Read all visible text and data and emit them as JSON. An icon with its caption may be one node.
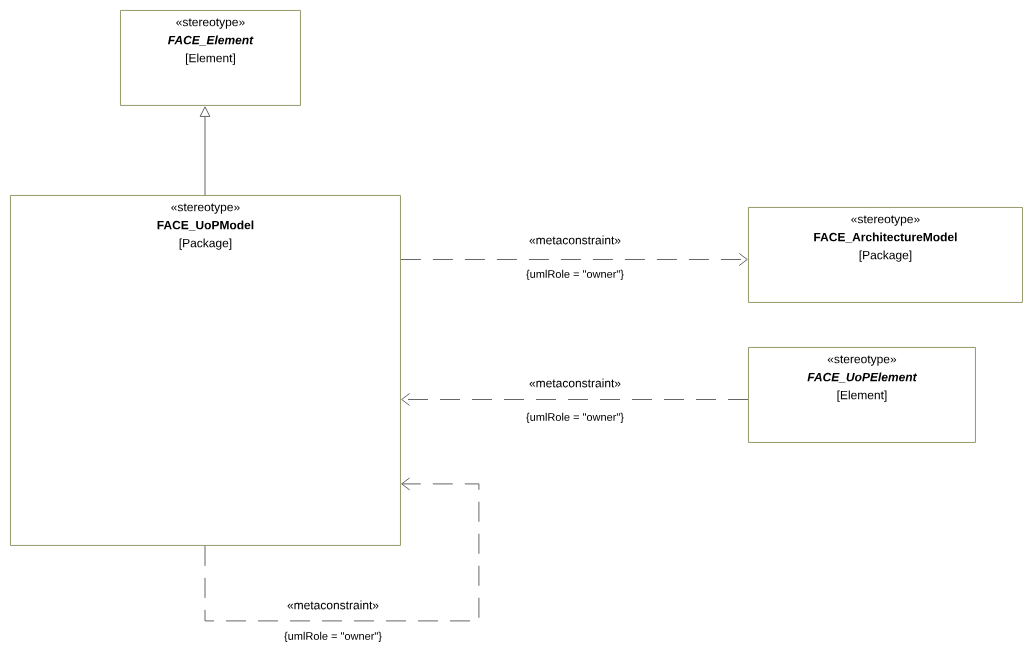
{
  "diagram": {
    "nodes": [
      {
        "text": [
          "«stereotype»",
          "FACE_Element",
          "[Element]"
        ]
      },
      {
        "text": [
          "«stereotype»",
          "FACE_UoPModel",
          "[Package]"
        ]
      },
      {
        "text": [
          "«stereotype»",
          "FACE_ArchitectureModel",
          "[Package]"
        ]
      },
      {
        "text": [
          "«stereotype»",
          "FACE_UoPElement",
          "[Element]"
        ]
      }
    ],
    "edges": [
      {
        "from": 1,
        "to": 0,
        "arrow": "to"
      },
      {
        "from": 1,
        "to": 2,
        "arrow": "to",
        "style": "dashed",
        "label": "«metaconstraint»"
      },
      {
        "from": 3,
        "to": 1,
        "arrow": "to",
        "style": "dashed",
        "label": "«metaconstraint»"
      },
      {
        "from": 1,
        "to": 1,
        "arrow": "to",
        "style": "dashed",
        "label": "«metaconstraint»"
      }
    ],
    "labels": [
      "{umlRole = \"owner\"}",
      "{umlRole = \"owner\"}",
      "{umlRole = \"owner\"}"
    ]
  }
}
